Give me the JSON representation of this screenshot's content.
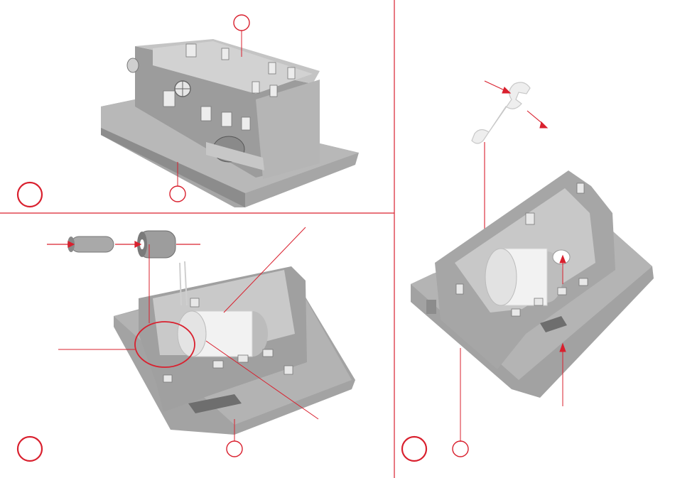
{
  "document": {
    "type": "assembly-instruction-sheet",
    "steps": [
      {
        "id": "step-1",
        "panel": "top-left"
      },
      {
        "id": "step-2",
        "panel": "bottom-left"
      },
      {
        "id": "step-3",
        "panel": "right"
      }
    ]
  },
  "colors": {
    "accent": "#d9202e",
    "model_light": "#b9b9b9",
    "model_mid": "#9a9a9a",
    "model_dark": "#7d7d7d",
    "model_shadow": "#5f5f5f",
    "part_white": "#f2f2f2",
    "background": "#ffffff"
  },
  "icons": {
    "step_marker": "red-circle-icon",
    "part_marker": "small-red-circle-icon",
    "wrench": "wrench-icon"
  }
}
